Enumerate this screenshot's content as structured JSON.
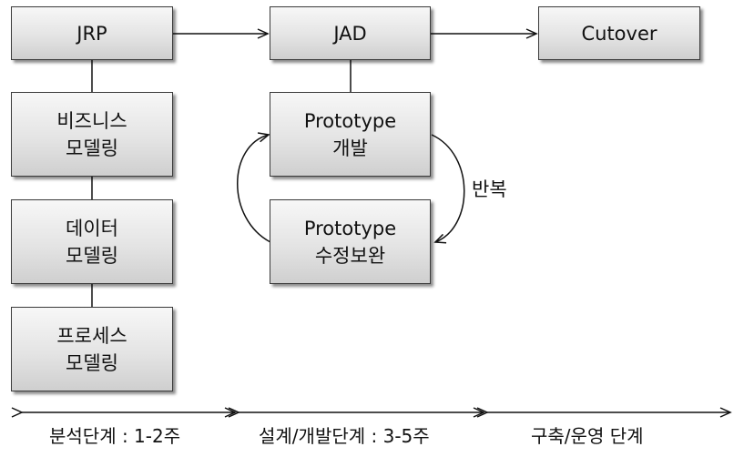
{
  "boxes": {
    "jrp": "JRP",
    "jad": "JAD",
    "cutover": "Cutover",
    "business_modeling": [
      "비즈니스",
      "모델링"
    ],
    "data_modeling": [
      "데이터",
      "모델링"
    ],
    "process_modeling": [
      "프로세스",
      "모델링"
    ],
    "prototype_dev": [
      "Prototype",
      "개발"
    ],
    "prototype_fix": [
      "Prototype",
      "수정보완"
    ]
  },
  "repeat_label": "반복",
  "phases": {
    "analysis": "분석단계 : 1-2주",
    "design": "설계/개발단계 : 3-5주",
    "build": "구축/운영 단계"
  }
}
